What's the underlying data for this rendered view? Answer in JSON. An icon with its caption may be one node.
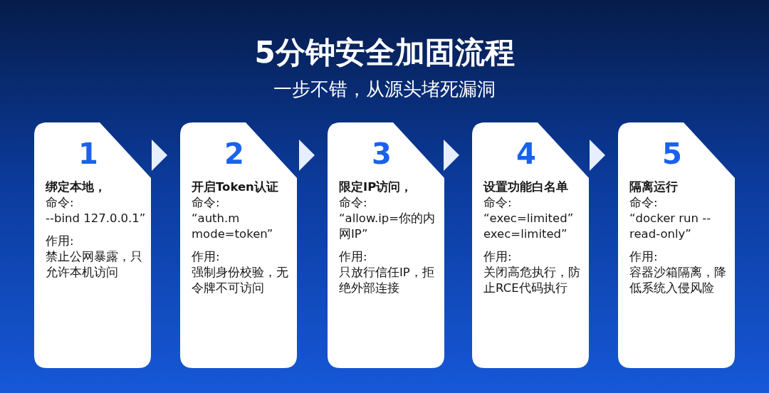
{
  "diagram": {
    "title": "5分钟安全加固流程",
    "caption": "一步不错，从源头堵死漏洞",
    "nodes": [
      {
        "text": [
          "1",
          "绑定本地，",
          "命令:",
          "--bind 127.0.0.1”",
          "作用:",
          "禁止公网暴露，只允许本机访问"
        ]
      },
      {
        "text": [
          "2",
          "开启Token认证",
          "命令:",
          "“auth.m mode=token”",
          "作用:",
          "强制身份校验，无令牌不可访问"
        ]
      },
      {
        "text": [
          "3",
          "限定IP访问，",
          "命令:",
          "“allow.ip=你的内网IP”",
          "作用:",
          "只放行信任IP，拒绝外部连接"
        ]
      },
      {
        "text": [
          "4",
          "设置功能白名单",
          "命令:",
          "“exec=limited” exec=limited”",
          "作用:",
          "关闭高危执行，防止RCE代码执行"
        ]
      },
      {
        "text": [
          "5",
          "隔离运行",
          "命令:",
          "“docker run --read-only”",
          "作用:",
          "容器沙箱隔离，降低系统入侵风险"
        ]
      }
    ],
    "edges": [
      {
        "from": 0,
        "to": 1,
        "arrow": "to"
      },
      {
        "from": 1,
        "to": 2,
        "arrow": "to"
      },
      {
        "from": 2,
        "to": 3,
        "arrow": "to"
      },
      {
        "from": 3,
        "to": 4,
        "arrow": "to"
      }
    ]
  }
}
